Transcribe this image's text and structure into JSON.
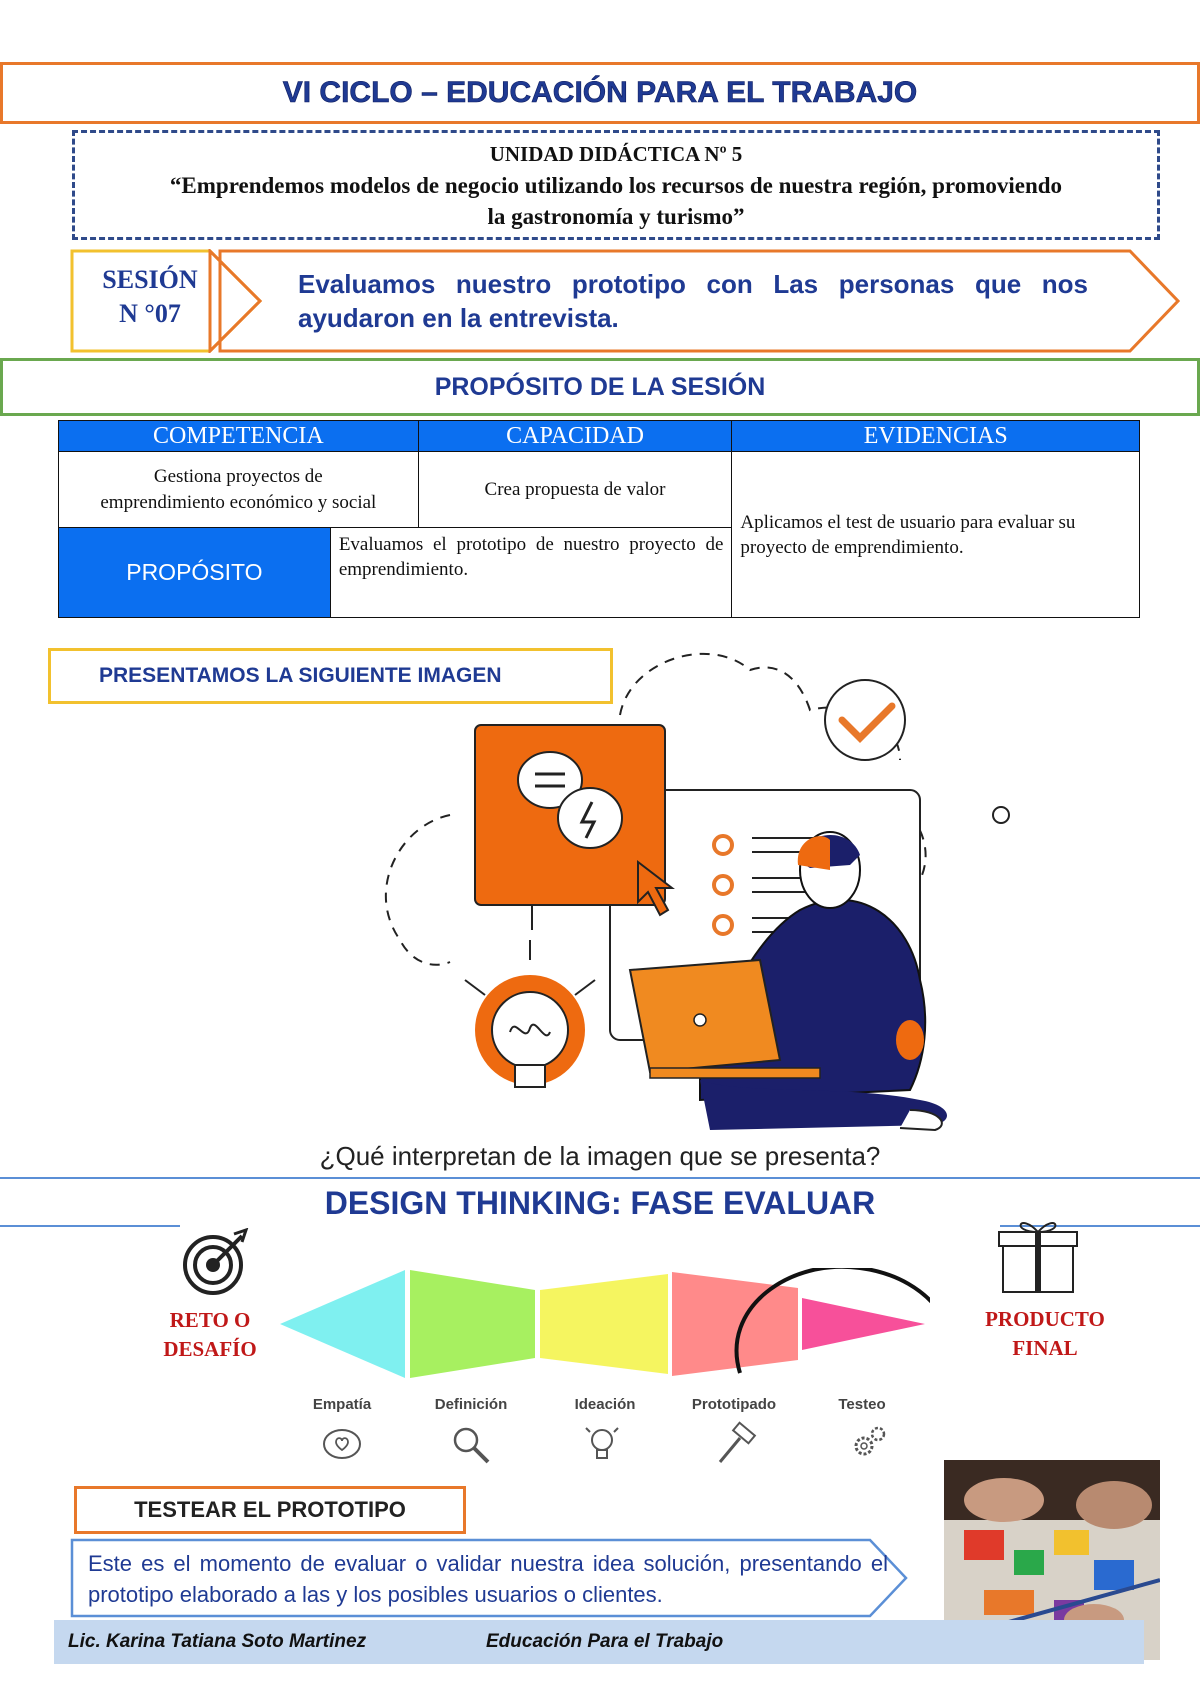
{
  "header": {
    "cycle_title": "VI CICLO – EDUCACIÓN PARA EL TRABAJO",
    "unit_line1": "UNIDAD DIDÁCTICA Nº 5",
    "unit_line2": "“Emprendemos modelos de negocio utilizando los recursos de nuestra región, promoviendo",
    "unit_line3": "la gastronomía y turismo”"
  },
  "session": {
    "label_line1": "SESIÓN",
    "label_line2": "N °07",
    "title_line1": "Evaluamos nuestro prototipo con Las personas que nos",
    "title_line2": "ayudaron en la entrevista."
  },
  "purpose_banner": "PROPÓSITO DE LA SESIÓN",
  "table": {
    "headers": [
      "COMPETENCIA",
      "CAPACIDAD",
      "EVIDENCIAS"
    ],
    "competencia_line1": "Gestiona proyectos de",
    "competencia_line2": "emprendimiento económico y social",
    "capacidad": "Crea propuesta de valor",
    "evidencias": "Aplicamos el test de usuario para evaluar su proyecto de emprendimiento.",
    "proposito_label": "PROPÓSITO",
    "proposito_text": "Evaluamos el prototipo de nuestro proyecto de emprendimiento."
  },
  "present_image_label": "PRESENTAMOS LA SIGUIENTE IMAGEN",
  "question": "¿Qué interpretan de la imagen que se presenta?",
  "design_thinking": {
    "title": "DESIGN THINKING: FASE EVALUAR",
    "left_label_line1": "RETO O",
    "left_label_line2": "DESAFÍO",
    "right_label_line1": "PRODUCTO",
    "right_label_line2": "FINAL",
    "phases": [
      "Empatía",
      "Definición",
      "Ideación",
      "Prototipado",
      "Testeo"
    ],
    "colors": {
      "empatia": "#7ff0f0",
      "definicion": "#a7f060",
      "ideacion": "#f5f560",
      "prototipado": "#ff8a8a",
      "testeo": "#f7509a"
    }
  },
  "test_section": {
    "title": "TESTEAR EL PROTOTIPO",
    "text": "Este es el momento de evaluar o validar nuestra idea solución, presentando el prototipo elaborado a las y los posibles usuarios o clientes."
  },
  "footer": {
    "author": "Lic. Karina Tatiana Soto Martinez",
    "subject": "Educación Para el Trabajo"
  },
  "colors": {
    "accent_orange": "#e8782a",
    "accent_blue": "#0b6ff0",
    "navy": "#1f3a93"
  }
}
